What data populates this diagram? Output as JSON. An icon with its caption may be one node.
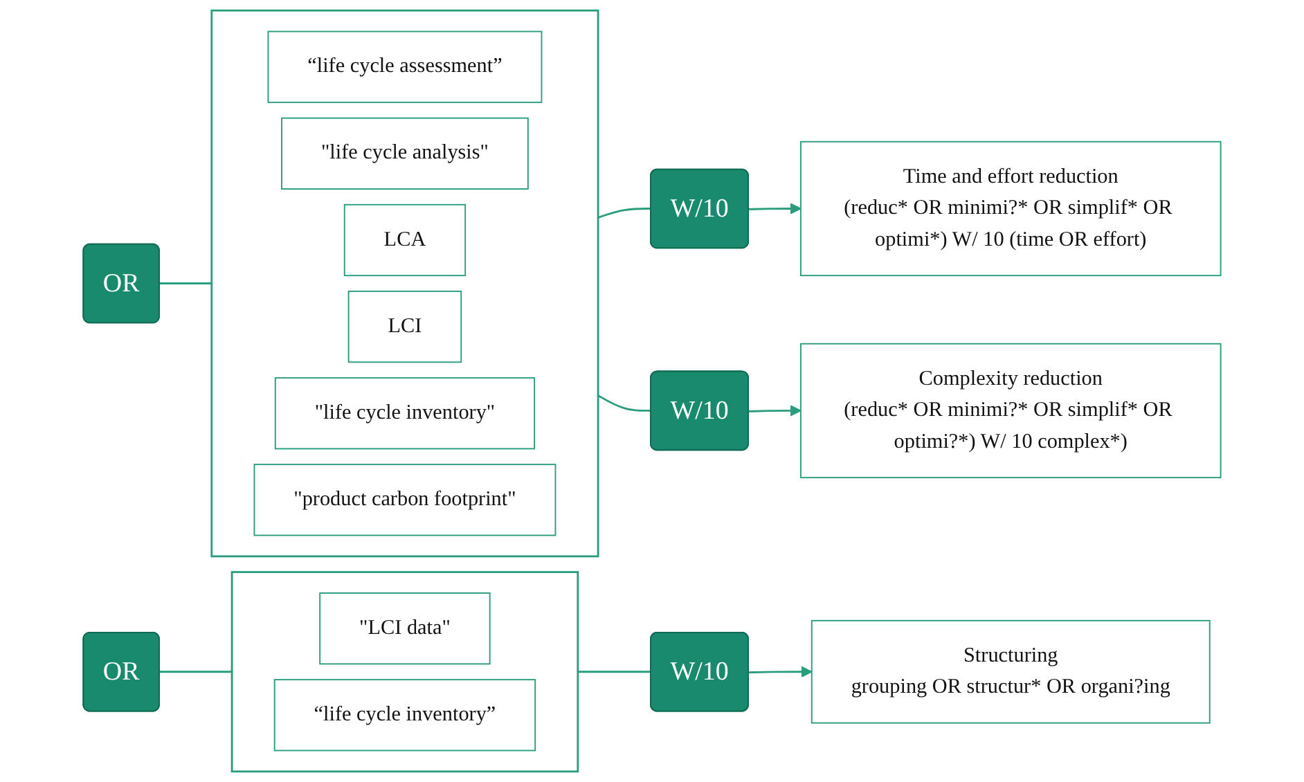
{
  "diagram": {
    "nodes": [
      {
        "text": [
          "OR"
        ]
      },
      {
        "text": [],
        "shape": "box"
      },
      {
        "text": [
          "“life cycle assessment”"
        ],
        "in": 1
      },
      {
        "text": [
          "\"life cycle analysis\""
        ],
        "in": 1
      },
      {
        "text": [
          "LCA"
        ],
        "in": 1
      },
      {
        "text": [
          "LCI"
        ],
        "in": 1
      },
      {
        "text": [
          "\"life cycle inventory\""
        ],
        "in": 1
      },
      {
        "text": [
          "\"product carbon footprint\""
        ],
        "in": 1
      },
      {
        "text": [
          "W/10"
        ]
      },
      {
        "text": [
          "Time and effort reduction",
          "(reduc* OR minimi?* OR simplif* OR optimi*) W/ 10 (time OR effort)"
        ]
      },
      {
        "text": [
          "W/10"
        ]
      },
      {
        "text": [
          "Complexity reduction",
          "(reduc* OR minimi?* OR simplif* OR optimi?*) W/ 10 complex*)"
        ]
      },
      {
        "text": [
          "OR"
        ]
      },
      {
        "text": [],
        "shape": "box"
      },
      {
        "text": [
          "\"LCI data\""
        ],
        "in": 13
      },
      {
        "text": [
          "“life cycle inventory”"
        ],
        "in": 13
      },
      {
        "text": [
          "W/10"
        ]
      },
      {
        "text": [
          "Structuring",
          "grouping OR structur* OR organi?ing"
        ]
      }
    ],
    "edges": [
      {
        "from": 0,
        "to": 1,
        "arrow": "none"
      },
      {
        "from": 1,
        "to": 8,
        "arrow": "none"
      },
      {
        "from": 8,
        "to": 9,
        "arrow": "to"
      },
      {
        "from": 1,
        "to": 10,
        "arrow": "none"
      },
      {
        "from": 10,
        "to": 11,
        "arrow": "to"
      },
      {
        "from": 12,
        "to": 13,
        "arrow": "none"
      },
      {
        "from": 13,
        "to": 16,
        "arrow": "none"
      },
      {
        "from": 16,
        "to": 17,
        "arrow": "to"
      }
    ]
  }
}
